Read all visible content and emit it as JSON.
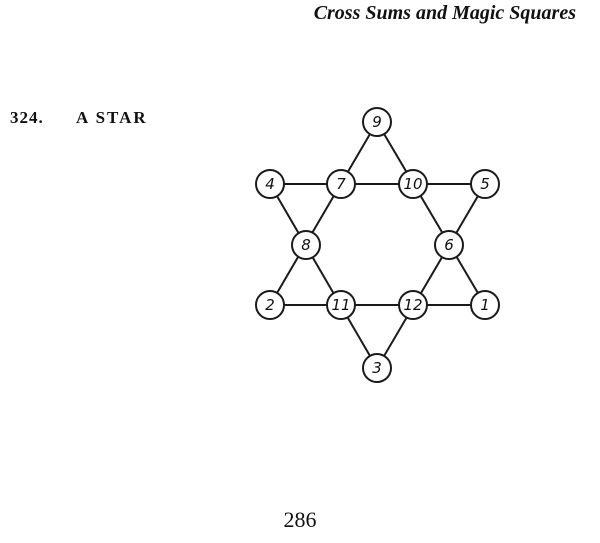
{
  "running_head": "Cross Sums and Magic Squares",
  "problem": {
    "number": "324.",
    "title": "A STAR"
  },
  "star": {
    "nodes": [
      "9",
      "4",
      "7",
      "10",
      "5",
      "8",
      "6",
      "2",
      "11",
      "12",
      "1",
      "3"
    ]
  },
  "page_number": "286"
}
